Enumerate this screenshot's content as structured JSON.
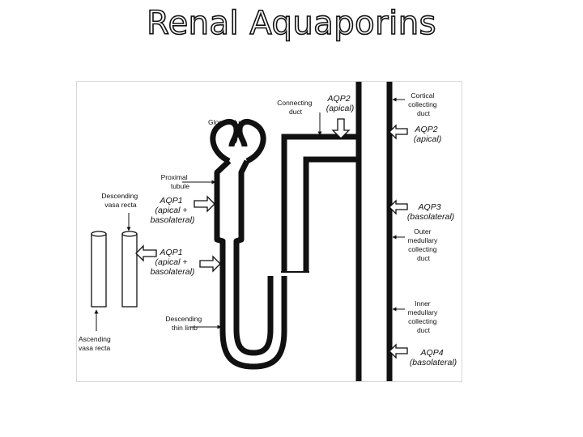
{
  "slide": {
    "title": "Renal Aquaporins"
  },
  "diagram": {
    "labels": {
      "glomerulus": "Glomerulus",
      "proximal_tubule": [
        "Proximal",
        "tubule"
      ],
      "connecting_duct": [
        "Connecting",
        "duct"
      ],
      "cortical_cd": [
        "Cortical",
        "collecting",
        "duct"
      ],
      "descending_vasa_recta": [
        "Descending",
        "vasa recta"
      ],
      "ascending_vasa_recta": [
        "Ascending",
        "vasa recta"
      ],
      "descending_thin_limb": [
        "Descending",
        "thin limb"
      ],
      "outer_medullary_cd": [
        "Outer",
        "medullary",
        "collecting",
        "duct"
      ],
      "inner_medullary_cd": [
        "Inner",
        "medullary",
        "collecting",
        "duct"
      ]
    },
    "aquaporins": {
      "aqp2_apical_top": [
        "AQP2",
        "(apical)"
      ],
      "aqp2_apical_right": [
        "AQP2",
        "(apical)"
      ],
      "aqp1_tubule": [
        "AQP1",
        "(apical +",
        "basolateral)"
      ],
      "aqp1_vasa": [
        "AQP1",
        "(apical +",
        "basolateral)"
      ],
      "aqp3": [
        "AQP3",
        "(basolateral)"
      ],
      "aqp4": [
        "AQP4",
        "(basolateral)"
      ]
    }
  }
}
